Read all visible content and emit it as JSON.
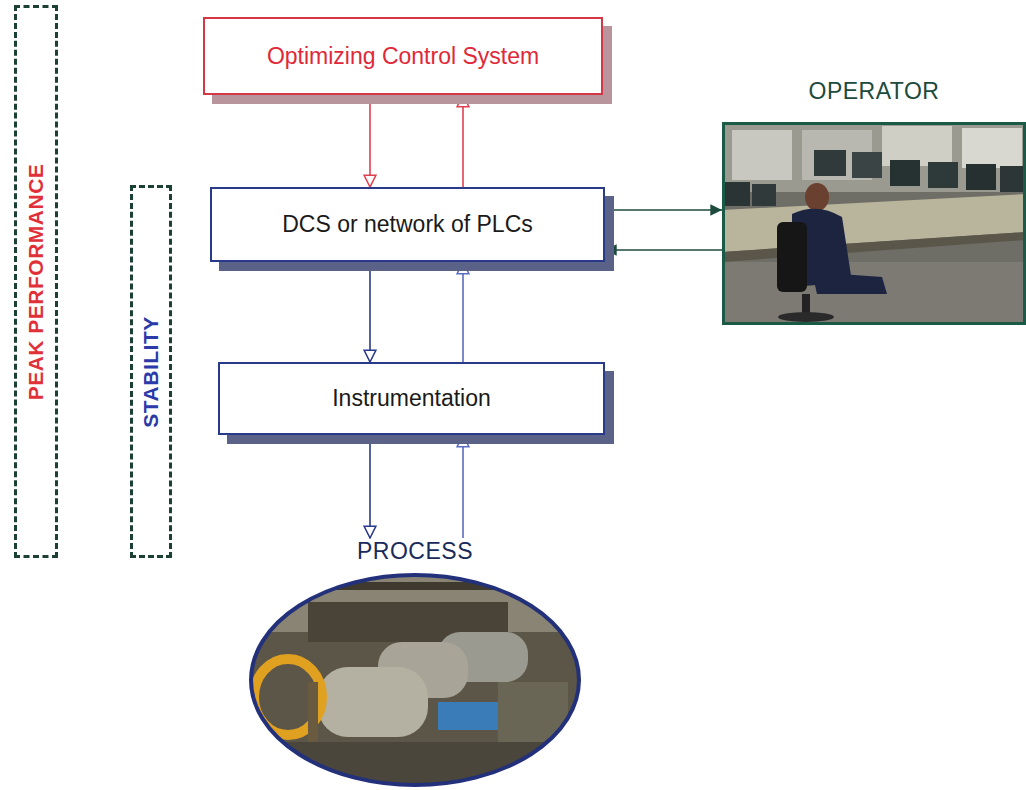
{
  "diagram": {
    "nodes": [
      {
        "text": [
          "PEAK PERFORMANCE"
        ]
      },
      {
        "text": [
          "STABILITY"
        ]
      },
      {
        "text": [
          "Optimizing Control System"
        ]
      },
      {
        "text": [
          "OPERATOR"
        ]
      },
      {
        "text": [
          "DCS or network of PLCs"
        ]
      },
      {
        "text": [
          "Instrumentation"
        ]
      },
      {
        "text": [
          "PROCESS"
        ]
      }
    ],
    "edges": [
      {
        "from": 2,
        "to": 4,
        "arrow": "to"
      },
      {
        "from": 4,
        "to": 2,
        "arrow": "to"
      },
      {
        "from": 4,
        "to": 5,
        "arrow": "to"
      },
      {
        "from": 5,
        "to": 4,
        "arrow": "to"
      },
      {
        "from": 5,
        "to": 6,
        "arrow": "to"
      },
      {
        "from": 6,
        "to": 5,
        "arrow": "to"
      },
      {
        "from": 4,
        "to": 3,
        "arrow": "to"
      },
      {
        "from": 3,
        "to": 4,
        "arrow": "to"
      }
    ]
  }
}
